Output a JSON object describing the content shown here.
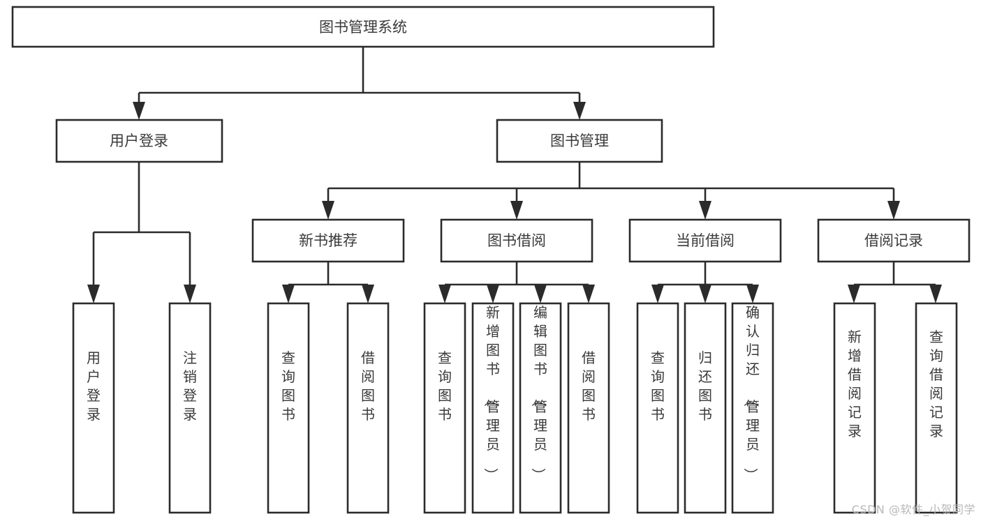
{
  "diagram": {
    "type": "tree-hierarchy-chart",
    "title": "图书管理系统",
    "watermark": "CSDN @软件_小贺同学",
    "colors": {
      "background": "#ffffff",
      "box_stroke": "#2b2b2b",
      "box_fill": "#ffffff",
      "text": "#3a3a3a",
      "watermark": "#b8b8b8"
    },
    "levels": {
      "root": {
        "label": "图书管理系统"
      },
      "level2": [
        {
          "label": "用户登录"
        },
        {
          "label": "图书管理"
        }
      ],
      "level3": [
        {
          "label": "新书推荐"
        },
        {
          "label": "图书借阅"
        },
        {
          "label": "当前借阅"
        },
        {
          "label": "借阅记录"
        }
      ],
      "leaves": {
        "user_login": [
          {
            "label": "用户登录"
          },
          {
            "label": "注销登录"
          }
        ],
        "new_book_recommend": [
          {
            "label": "查询图书"
          },
          {
            "label": "借阅图书"
          }
        ],
        "book_borrow": [
          {
            "label": "查询图书"
          },
          {
            "label": "新增图书（管理员）"
          },
          {
            "label": "编辑图书（管理员）"
          },
          {
            "label": "借阅图书"
          }
        ],
        "current_borrow": [
          {
            "label": "查询图书"
          },
          {
            "label": "归还图书"
          },
          {
            "label": "确认归还（管理员）"
          }
        ],
        "borrow_records": [
          {
            "label": "新增借阅记录"
          },
          {
            "label": "查询借阅记录"
          }
        ]
      }
    }
  }
}
